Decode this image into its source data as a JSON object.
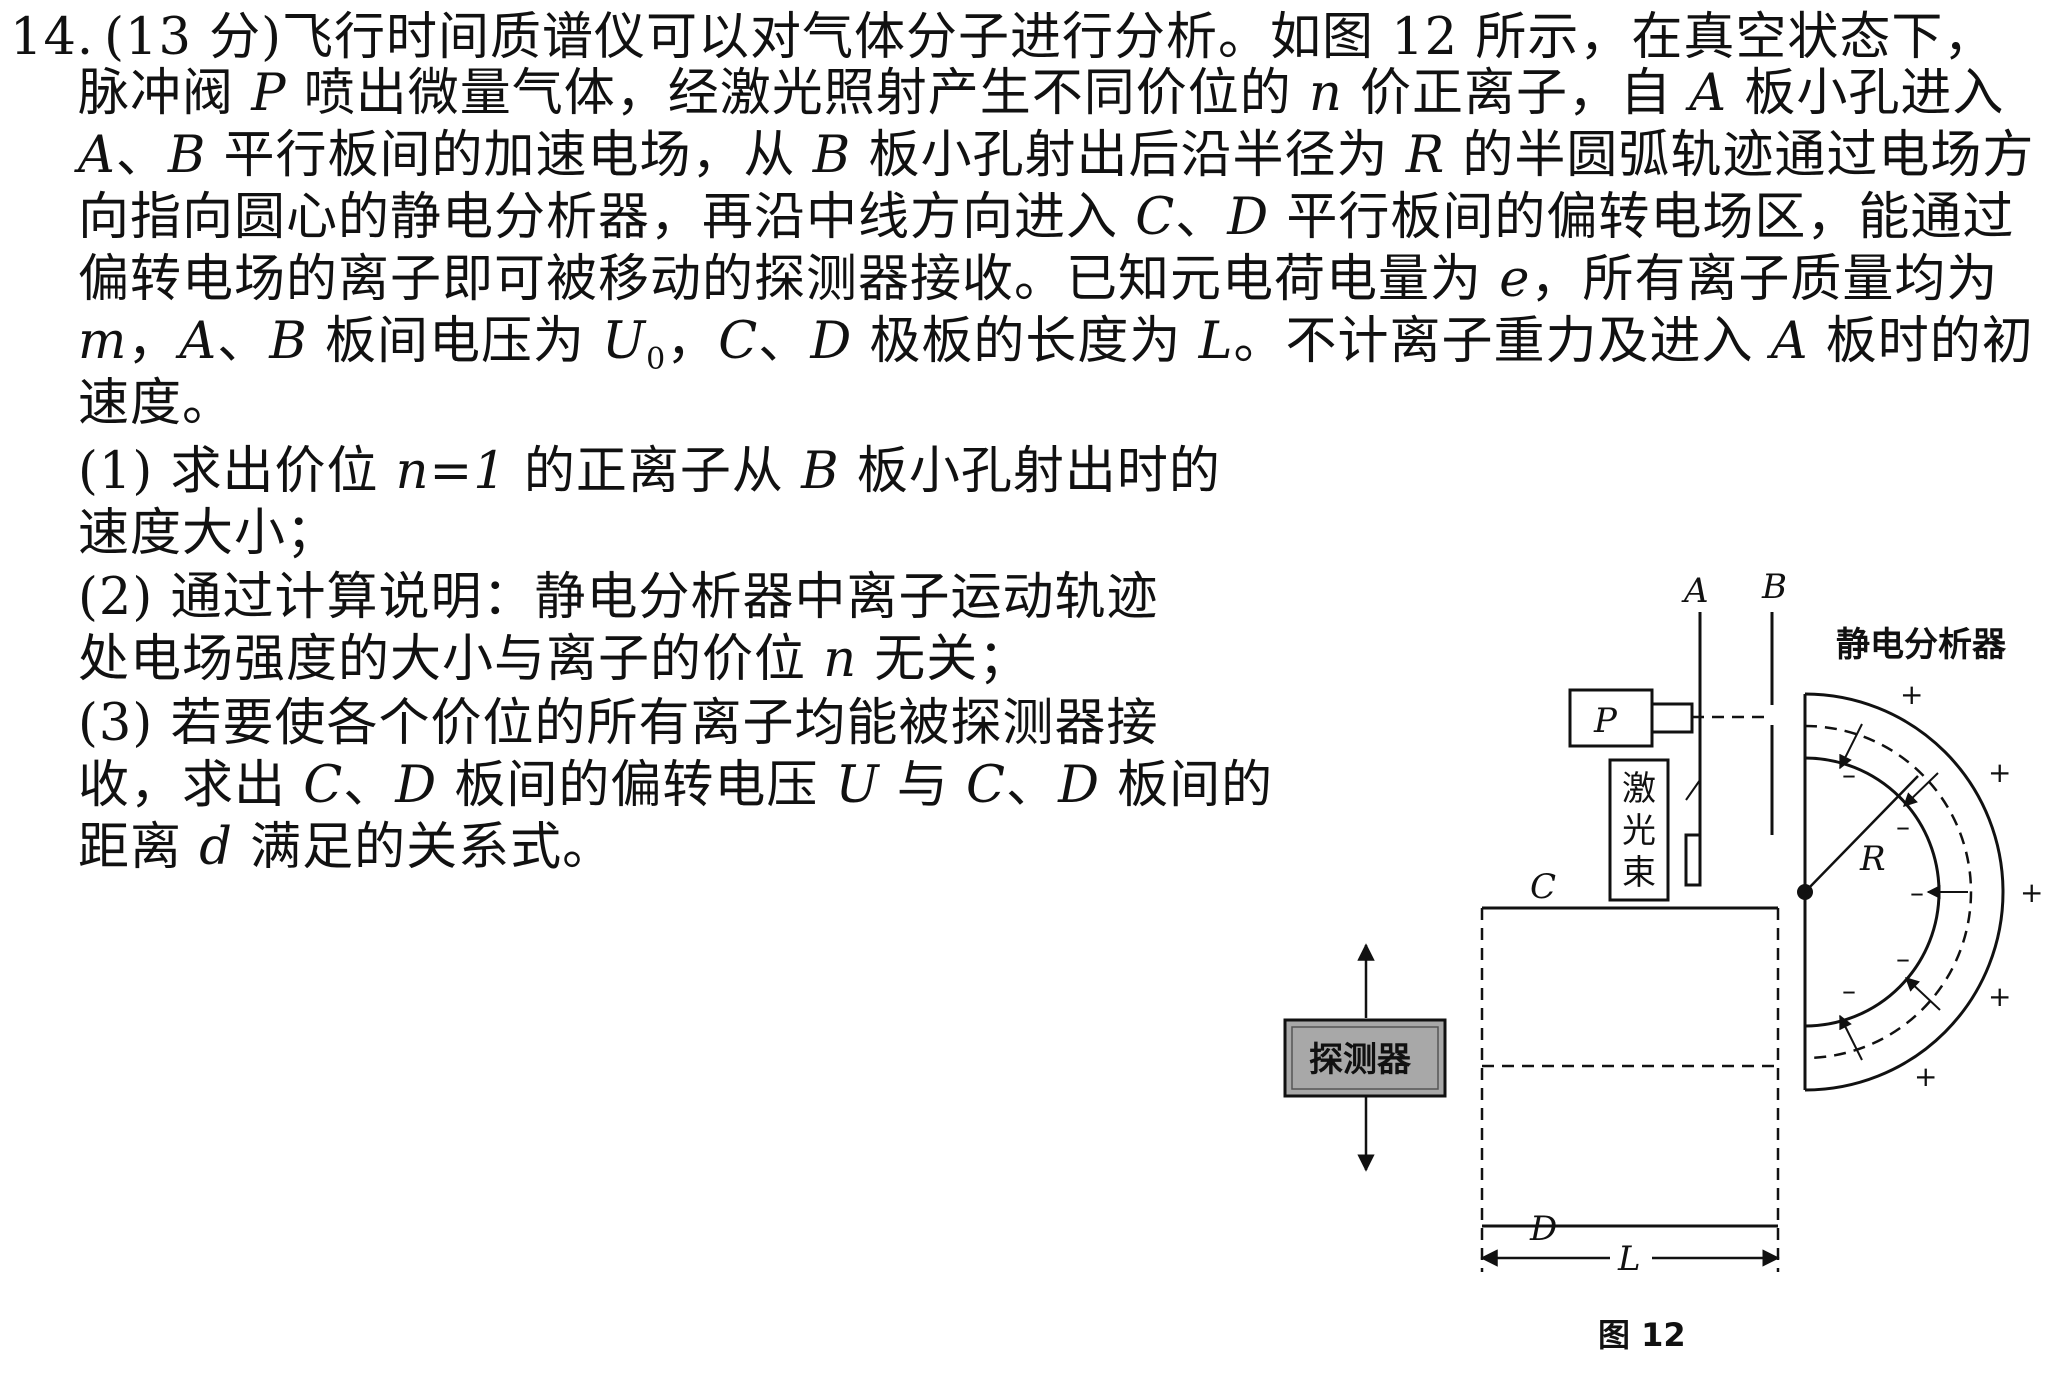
{
  "question": {
    "number": "14.",
    "points": "(13 分)",
    "intro_1": "飞行时间质谱仪可以对气体分子进行分析。如图 12 所示，在真空状态下，",
    "line_2a": "脉冲阀 ",
    "P": "P",
    "line_2b": " 喷出微量气体，经激光照射产生不同价位的 ",
    "n": "n",
    "line_2c": " 价正离子，自 ",
    "A": "A",
    "line_2d": " 板小孔进入",
    "line_3a": "、",
    "B": "B",
    "line_3b": " 平行板间的加速电场，从 ",
    "line_3c": " 板小孔射出后沿半径为 ",
    "R": "R",
    "line_3d": " 的半圆弧轨迹通过电场方",
    "line_4a": "向指向圆心的静电分析器，再沿中线方向进入 ",
    "C": "C",
    "sep": "、",
    "D": "D",
    "line_4b": " 平行板间的偏转电场区，能通过",
    "line_5a": "偏转电场的离子即可被移动的探测器接收。已知元电荷电量为 ",
    "e": "e",
    "line_5b": "，所有离子质量均为",
    "m": "m",
    "comma": "，",
    "line_6a": " 板间电压为 ",
    "U0_base": "U",
    "U0_sub": "0",
    "line_6b": " 极板的长度为 ",
    "L": "L",
    "line_6c": "。不计离子重力及进入 ",
    "line_6d": " 板时的初",
    "line_7": "速度。",
    "sub1_a": "(1) 求出价位 ",
    "sub1_eq": "n=1",
    "sub1_b": " 的正离子从 ",
    "sub1_c": " 板小孔射出时的",
    "sub1_d": "速度大小；",
    "sub2_a": "(2) 通过计算说明：静电分析器中离子运动轨迹",
    "sub2_b": "处电场强度的大小与离子的价位 ",
    "sub2_c": " 无关；",
    "sub3_a": "(3) 若要使各个价位的所有离子均能被探测器接",
    "sub3_b": "收，求出 ",
    "sub3_c": " 板间的偏转电压 ",
    "U": "U",
    "sub3_d": " 与 ",
    "sub3_e": " 板间的",
    "sub3_f": "距离 ",
    "d": "d",
    "sub3_g": " 满足的关系式。"
  },
  "figure": {
    "plate_A": "A",
    "plate_B": "B",
    "valve": "P",
    "laser_1": "激",
    "laser_2": "光",
    "laser_3": "束",
    "analyzer": "静电分析器",
    "radius": "R",
    "plate_C": "C",
    "plate_D": "D",
    "length": "L",
    "detector": "探测器",
    "plus": "+",
    "minus": "–",
    "caption": "图 12"
  }
}
